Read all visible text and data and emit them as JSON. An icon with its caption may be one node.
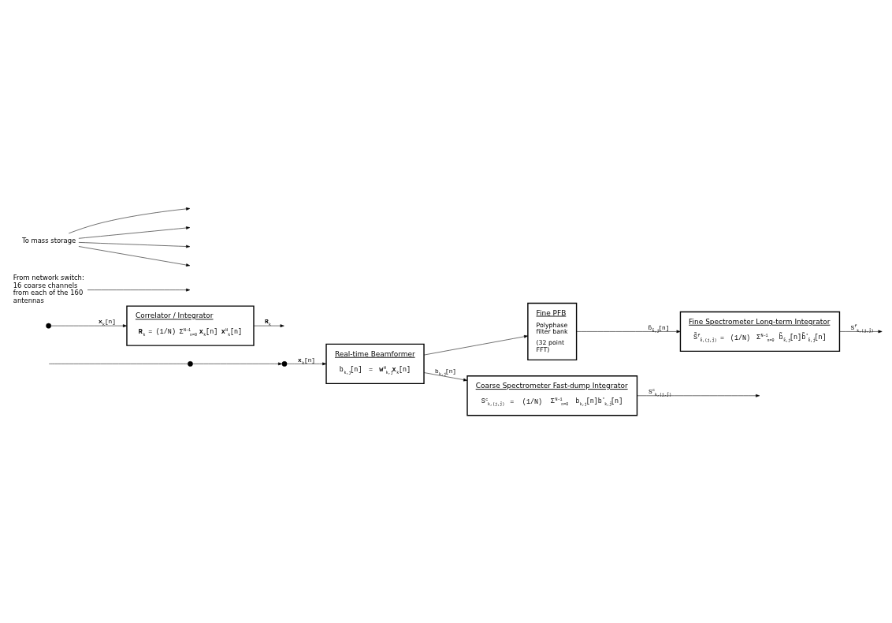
{
  "diagram": {
    "nodes": [
      {
        "text": [
          "Real-time Beamformer",
          "b$_{k,j}$[n] = **w**$^{H}$$_{k,j}$**x**$_{k}$[n]"
        ]
      },
      {
        "text": [
          "Fine PFB",
          "Polyphase filter bank",
          "(32 point FFT)"
        ]
      },
      {
        "text": [
          "Coarse Spectrometer Fast-dump Integrator",
          "S$^{c}$$_{k,(j,j̄)}$ = (1/N) Σ$^{N−1}$$_{n=0}$ b$_{k,j}$[n]b$^{*}$$_{k,j̄}$[n]"
        ]
      },
      {
        "text": [
          "Fine Spectrometer Long-term Integrator",
          "S̃$^{f}$$_{k̃,(j,j̄)}$ = (1/N) Σ$^{N−1}$$_{n=0}$ b̃$_{k̃,j}$[n]b̃$^{*}$$_{k̃,j̄}$[n]"
        ]
      },
      {
        "text": [
          "Correlator / Integrator",
          "**R**$_{k}$ = (1/N) Σ$^{N−1}$$_{n=0}$ **x**$_{k}$[n] **x**$^{H}$$_{k}$[n]"
        ]
      },
      {
        "text": [
          "From network switch: 16 coarse channels from each of the 160 antennas"
        ]
      },
      {
        "text": [],
        "shape": "circle"
      },
      {
        "text": [],
        "shape": "circle"
      },
      {
        "text": [],
        "shape": "circle"
      },
      {
        "text": [
          "To mass storage"
        ]
      }
    ],
    "edges": [
      {
        "from": null,
        "to": 6,
        "arrow": "none"
      },
      {
        "from": 5,
        "to": null,
        "arrow": "to"
      },
      {
        "from": 6,
        "to": 7,
        "arrow": "to"
      },
      {
        "from": 7,
        "to": 0,
        "arrow": "to",
        "label": "**x**$_{k}$[n]"
      },
      {
        "from": 8,
        "to": 4,
        "arrow": "to",
        "label": "**x**$_{k}$[n]"
      },
      {
        "from": 0,
        "to": 2,
        "arrow": "to",
        "label": "b$_{k,j}$[n]"
      },
      {
        "from": 0,
        "to": 1,
        "arrow": "to"
      },
      {
        "from": 1,
        "to": 3,
        "arrow": "to",
        "label": "b̃$_{k̃,j}$[n]"
      },
      {
        "from": 2,
        "to": null,
        "arrow": "to",
        "label": "S$^{c}$$_{k,(j,j̄)}$"
      },
      {
        "from": 3,
        "to": null,
        "arrow": "to",
        "label": "S$^{f}$$_{k,(j,j̄)}$"
      },
      {
        "from": 4,
        "to": null,
        "arrow": "to",
        "label": "**R**$_{k}$"
      },
      {
        "from": 9,
        "to": null,
        "arrow": "to"
      },
      {
        "from": 9,
        "to": null,
        "arrow": "to"
      },
      {
        "from": 9,
        "to": null,
        "arrow": "to"
      },
      {
        "from": 9,
        "to": null,
        "arrow": "to"
      }
    ]
  }
}
